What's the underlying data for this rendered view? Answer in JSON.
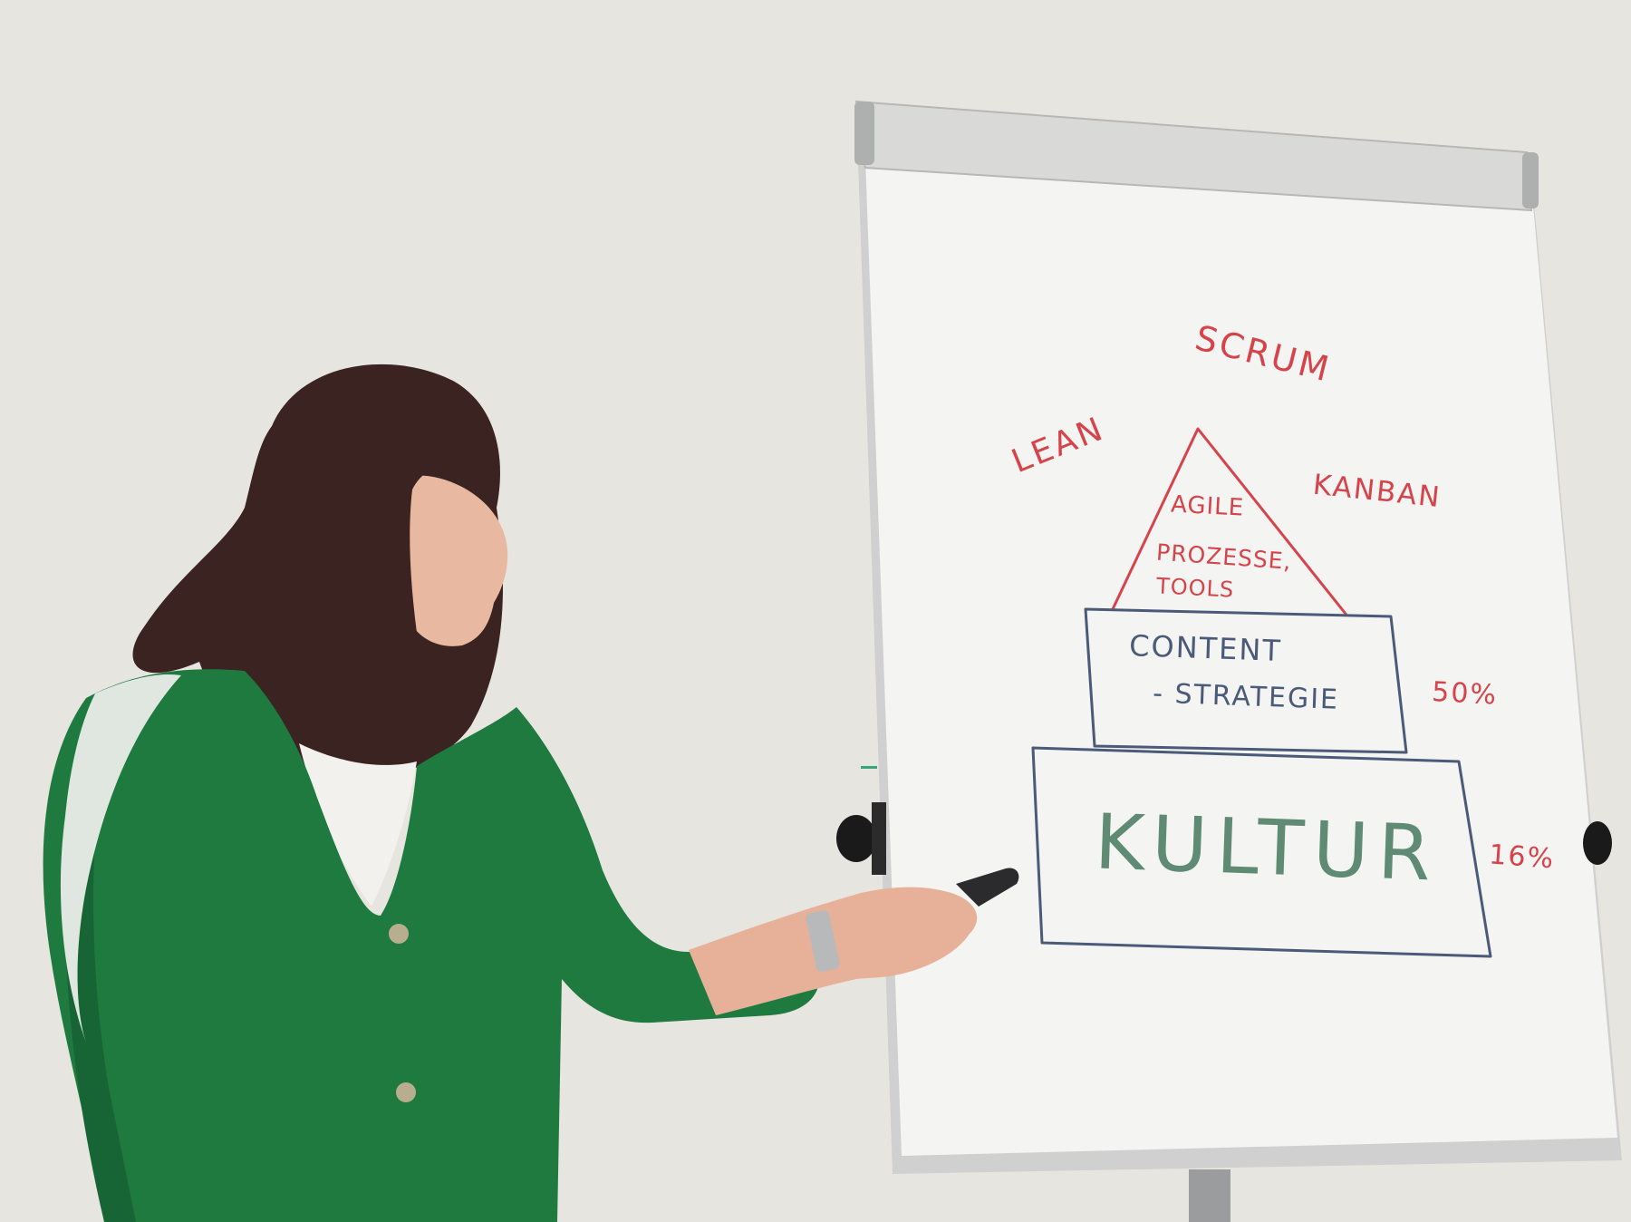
{
  "flipchart": {
    "top_words": {
      "scrum": "SCRUM",
      "lean": "LEAN",
      "kanban": "KANBAN"
    },
    "pyramid": {
      "top_line1": "AGILE",
      "top_line2": "PROZESSE,",
      "top_line3": "TOOLS",
      "middle_line1": "CONTENT",
      "middle_line2": "- STRATEGIE",
      "base": "KULTUR"
    },
    "percentages": {
      "middle": "50%",
      "base": "16%"
    }
  },
  "colors": {
    "red_marker": "#d6434a",
    "blue_marker": "#4a5a78",
    "green_marker": "#5f8a74",
    "cardigan": "#1f7a40",
    "wall": "#e6e4de"
  }
}
